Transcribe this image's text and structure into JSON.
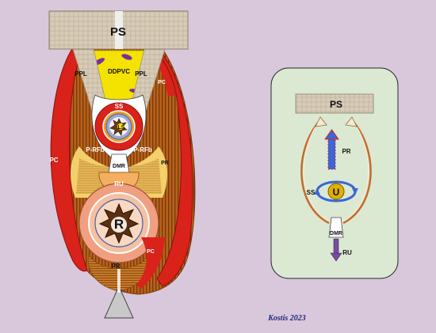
{
  "left_panel": {
    "ps": "PS",
    "ppl_left": "PPL",
    "ppl_right": "PPL",
    "ddpvc": "DDPVC",
    "ss": "SS",
    "ls": "LS",
    "pc_upper_left": "PC",
    "pc_upper_right": "PC",
    "prfb_left": "P-RFb",
    "prfb_right": "P-RFb",
    "pr_right": "PR",
    "dmr": "DMR",
    "ru": "RU",
    "r": "R",
    "pc_lower_right": "PC",
    "pr_bottom": "PR"
  },
  "right_panel": {
    "ps": "PS",
    "pr": "PR",
    "ss": "SS",
    "u": "U",
    "dmr": "DMR",
    "ru": "RU"
  },
  "signature": "Kostis 2023",
  "colors": {
    "background": "#d9c7dc",
    "red_muscle": "#d8221a",
    "orange": "#d05a16",
    "brown": "#8a4a10",
    "yellow": "#f4e200",
    "light_yellow": "#f7d770",
    "purple": "#7a2fa0",
    "bone": "#d8ccb8",
    "green_panel": "#dbe9d2",
    "blue_arrow": "#3a66d8"
  }
}
